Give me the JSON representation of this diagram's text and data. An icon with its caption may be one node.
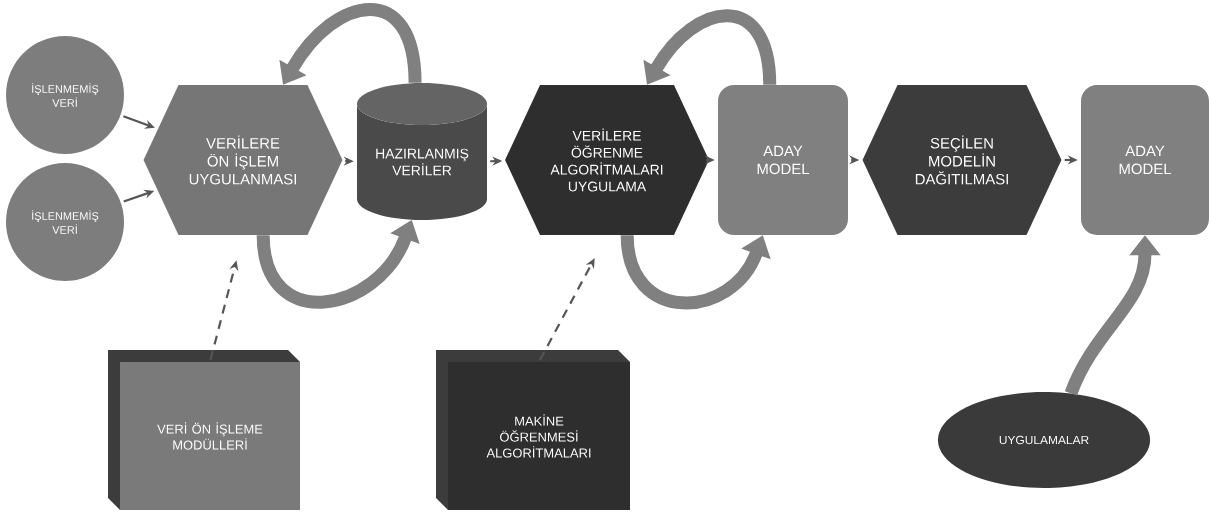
{
  "diagram": {
    "nodes": [
      {
        "text": [
          "İŞLENMEMİŞ VERİ"
        ]
      },
      {
        "text": [
          "İŞLENMEMİŞ VERİ"
        ]
      },
      {
        "text": [
          "VERİLERE ÖN İŞLEM UYGULANMASI"
        ]
      },
      {
        "text": [
          "HAZIRLANMIŞ VERİLER"
        ]
      },
      {
        "text": [
          "VERİLERE ÖĞRENME ALGORİTMALARI UYGULAMA"
        ]
      },
      {
        "text": [
          "ADAY MODEL"
        ]
      },
      {
        "text": [
          "SEÇİLEN MODELİN DAĞITILMASI"
        ]
      },
      {
        "text": [
          "ADAY MODEL"
        ]
      },
      {
        "text": [
          "VERİ ÖN İŞLEME MODÜLLERİ"
        ]
      },
      {
        "text": [
          "MAKİNE ÖĞRENMESİ ALGORİTMALARI"
        ]
      },
      {
        "text": [
          "UYGULAMALAR"
        ]
      }
    ],
    "edges": [
      {
        "from": 0,
        "to": 2,
        "arrow": "to"
      },
      {
        "from": 1,
        "to": 2,
        "arrow": "to"
      },
      {
        "from": 2,
        "to": 3,
        "arrow": "to"
      },
      {
        "from": 3,
        "to": 4,
        "arrow": "to"
      },
      {
        "from": 4,
        "to": 5,
        "arrow": "to"
      },
      {
        "from": 5,
        "to": 6,
        "arrow": "to"
      },
      {
        "from": 6,
        "to": 7,
        "arrow": "to"
      },
      {
        "from": 3,
        "to": 2,
        "arrow": "to",
        "style": "thick",
        "color": "#808080"
      },
      {
        "from": 2,
        "to": 3,
        "arrow": "to",
        "style": "thick",
        "color": "#808080"
      },
      {
        "from": 5,
        "to": 4,
        "arrow": "to",
        "style": "thick",
        "color": "#808080"
      },
      {
        "from": 4,
        "to": 5,
        "arrow": "to",
        "style": "thick",
        "color": "#808080"
      },
      {
        "from": 8,
        "to": 2,
        "arrow": "to",
        "style": "dashed"
      },
      {
        "from": 9,
        "to": 4,
        "arrow": "to",
        "style": "dashed"
      },
      {
        "from": 10,
        "to": 7,
        "arrow": "to",
        "style": "thick",
        "color": "#808080"
      }
    ]
  }
}
